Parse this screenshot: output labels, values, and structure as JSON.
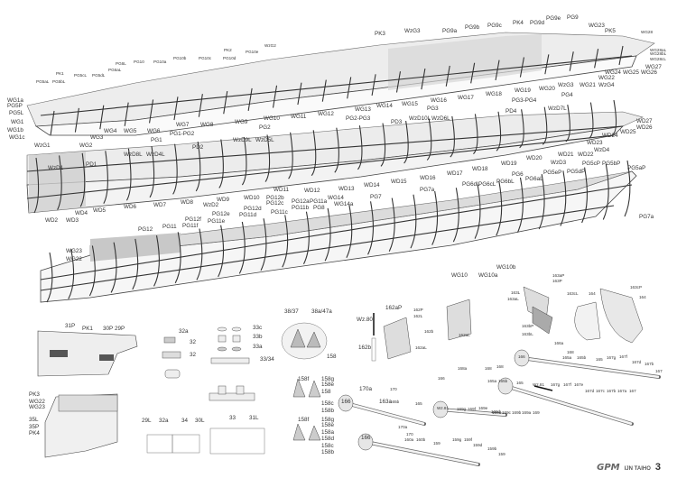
{
  "labels": {
    "hull_top": [
      "PK1",
      "PG5aL",
      "PG5bL",
      "PG5cL",
      "PG5dL",
      "PG6aL",
      "PG6L",
      "PG10",
      "PG10a",
      "PG10b",
      "PG10c",
      "PG10d",
      "PK2",
      "PG10e",
      "WzG2",
      "WG1a",
      "PG5P",
      "PG5L",
      "WG1",
      "WG1b",
      "WG1c",
      "WzG1",
      "WG2",
      "WG3",
      "WG4",
      "WG5",
      "WG6",
      "PG1",
      "PG1-PG2",
      "WG7",
      "WG8",
      "WG9",
      "WG10",
      "PG2",
      "WG11",
      "WG12",
      "PK3",
      "WzG3",
      "PG9a",
      "PG9b",
      "PG9c",
      "PK4",
      "PG9d",
      "PG9e",
      "PG9",
      "WG23",
      "PK5",
      "WG28",
      "WG28aL",
      "WG28bL",
      "WG28cL",
      "WG27",
      "WG26",
      "WG25",
      "WG24",
      "WG22",
      "WzG4",
      "WG21",
      "WzG3",
      "PG4",
      "WG20",
      "WG19",
      "PG3-PG4",
      "WG18",
      "WG17",
      "WG16",
      "PG3",
      "WG15",
      "WG14",
      "WG13",
      "PG2-PG3"
    ],
    "hull_mid": [
      "PD4",
      "WzD7L",
      "PD3",
      "WzD10L",
      "WzD6L",
      "WD27",
      "WD26",
      "WD25",
      "WD24",
      "WD23",
      "WzD4",
      "WzD9L",
      "WzD5L",
      "PD2",
      "WzD8L",
      "WzD4L",
      "WzD1",
      "PD1",
      "WD11",
      "WD12",
      "WD10",
      "WD9",
      "WzD2",
      "WD8",
      "WD7",
      "WD6",
      "WD5",
      "WD4",
      "WD2",
      "WD3",
      "WD21",
      "WD22",
      "WD20",
      "WzD3",
      "WD19",
      "WD18",
      "WD17",
      "WD16",
      "WD15",
      "WD14",
      "WD13"
    ],
    "hull_bottom": [
      "PG12b",
      "PG12c",
      "PG12a",
      "PG11a",
      "PG11b",
      "PG8",
      "PG11c",
      "PG12d",
      "PG11d",
      "PG12e",
      "PG11e",
      "PG12f",
      "PG11f",
      "PG11",
      "PG12",
      "WG23",
      "WG22",
      "WG14",
      "WG14a",
      "PG7",
      "PG7a",
      "PG6dL",
      "PG6cL",
      "PG6bL",
      "PG6aL",
      "PG6",
      "PG5eP",
      "PG5dP",
      "PG5cP",
      "PG5bP",
      "PG5aP",
      "PG7a",
      "WG10b",
      "WG10",
      "WG10a"
    ],
    "details": [
      "31P",
      "PK1",
      "30P",
      "29P",
      "32a",
      "32",
      "32",
      "33c",
      "33b",
      "33a",
      "33/34",
      "PK3",
      "WG22",
      "WG23",
      "35L",
      "35P",
      "PK4",
      "29L",
      "32a",
      "34",
      "30L",
      "33",
      "31L",
      "38/37",
      "38a/47a",
      "158",
      "Wz.80",
      "162aP",
      "162P",
      "162L",
      "162b",
      "162aL",
      "162b",
      "162aL",
      "158f",
      "158g",
      "158e",
      "158",
      "158c",
      "158b",
      "158f",
      "158g",
      "158e",
      "158a",
      "158d",
      "158c",
      "158b",
      "170a",
      "170",
      "166",
      "163a",
      "165b",
      "165",
      "Wz.81",
      "169g",
      "169f",
      "169e",
      "169d",
      "168a",
      "168",
      "166",
      "170a",
      "170",
      "160a",
      "160b",
      "166",
      "159",
      "159g",
      "159f",
      "159d",
      "159b",
      "163aP",
      "163P",
      "163L",
      "163aL",
      "163cL",
      "164",
      "163bP",
      "163bL",
      "163cP",
      "164",
      "166a",
      "168",
      "165a",
      "165b",
      "165",
      "166",
      "167g",
      "167f",
      "167d",
      "167b",
      "167",
      "168",
      "165a",
      "165b",
      "165",
      "Wz.81",
      "167g",
      "167f",
      "167e",
      "167d",
      "167c",
      "167b",
      "167a",
      "167",
      "169d",
      "169c",
      "169b",
      "169a",
      "169",
      "159"
    ]
  },
  "footer": {
    "logo": "GPM",
    "title": "IJN TAIHO",
    "page": "3"
  }
}
